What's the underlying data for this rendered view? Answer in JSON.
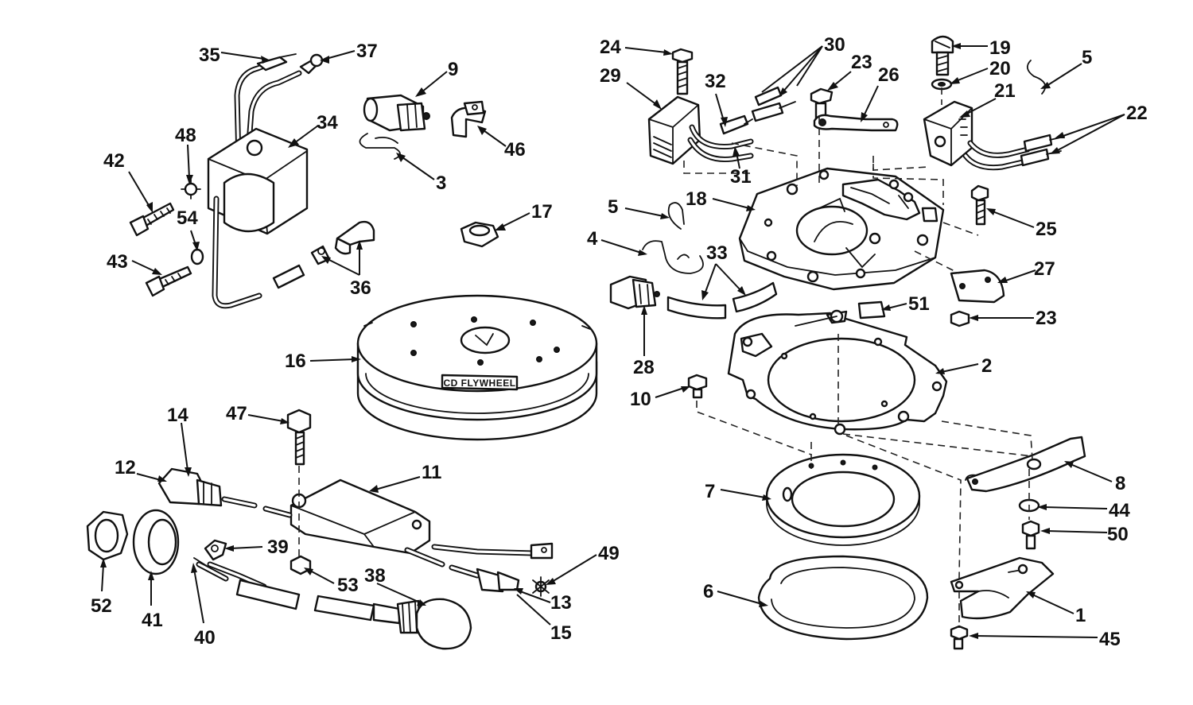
{
  "flywheel_marking": "CD FLYWHEEL",
  "callouts": [
    {
      "id": "c35",
      "label": "35"
    },
    {
      "id": "c37",
      "label": "37"
    },
    {
      "id": "c34",
      "label": "34"
    },
    {
      "id": "c9",
      "label": "9"
    },
    {
      "id": "c48",
      "label": "48"
    },
    {
      "id": "c42",
      "label": "42"
    },
    {
      "id": "c46",
      "label": "46"
    },
    {
      "id": "c3",
      "label": "3"
    },
    {
      "id": "c54",
      "label": "54"
    },
    {
      "id": "c43",
      "label": "43"
    },
    {
      "id": "c36",
      "label": "36"
    },
    {
      "id": "c17",
      "label": "17"
    },
    {
      "id": "c16",
      "label": "16"
    },
    {
      "id": "c14",
      "label": "14"
    },
    {
      "id": "c12",
      "label": "12"
    },
    {
      "id": "c47",
      "label": "47"
    },
    {
      "id": "c11",
      "label": "11"
    },
    {
      "id": "c52",
      "label": "52"
    },
    {
      "id": "c41",
      "label": "41"
    },
    {
      "id": "c40",
      "label": "40"
    },
    {
      "id": "c39",
      "label": "39"
    },
    {
      "id": "c53",
      "label": "53"
    },
    {
      "id": "c38",
      "label": "38"
    },
    {
      "id": "c49",
      "label": "49"
    },
    {
      "id": "c13",
      "label": "13"
    },
    {
      "id": "c15",
      "label": "15"
    },
    {
      "id": "c24",
      "label": "24"
    },
    {
      "id": "c29",
      "label": "29"
    },
    {
      "id": "c30",
      "label": "30"
    },
    {
      "id": "c32",
      "label": "32"
    },
    {
      "id": "c23a",
      "label": "23"
    },
    {
      "id": "c26",
      "label": "26"
    },
    {
      "id": "c31",
      "label": "31"
    },
    {
      "id": "c19",
      "label": "19"
    },
    {
      "id": "c20",
      "label": "20"
    },
    {
      "id": "c21",
      "label": "21"
    },
    {
      "id": "c5a",
      "label": "5"
    },
    {
      "id": "c22",
      "label": "22"
    },
    {
      "id": "c18",
      "label": "18"
    },
    {
      "id": "c5b",
      "label": "5"
    },
    {
      "id": "c4",
      "label": "4"
    },
    {
      "id": "c33",
      "label": "33"
    },
    {
      "id": "c25",
      "label": "25"
    },
    {
      "id": "c27",
      "label": "27"
    },
    {
      "id": "c51",
      "label": "51"
    },
    {
      "id": "c23b",
      "label": "23"
    },
    {
      "id": "c28",
      "label": "28"
    },
    {
      "id": "c2",
      "label": "2"
    },
    {
      "id": "c10",
      "label": "10"
    },
    {
      "id": "c8",
      "label": "8"
    },
    {
      "id": "c7",
      "label": "7"
    },
    {
      "id": "c44",
      "label": "44"
    },
    {
      "id": "c50",
      "label": "50"
    },
    {
      "id": "c6",
      "label": "6"
    },
    {
      "id": "c1",
      "label": "1"
    },
    {
      "id": "c45",
      "label": "45"
    }
  ]
}
